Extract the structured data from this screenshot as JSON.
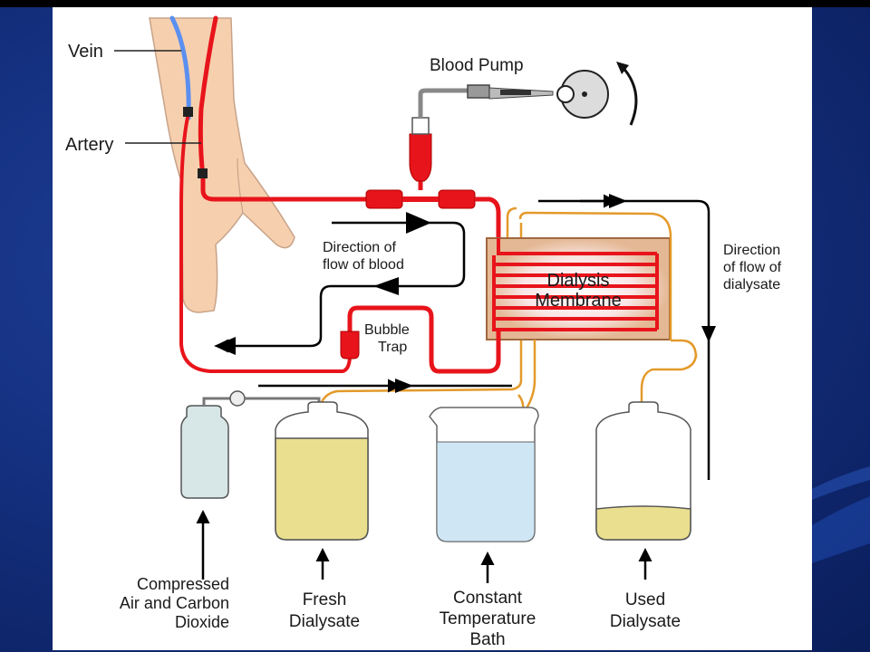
{
  "diagram": {
    "labels": {
      "vein": "Vein",
      "artery": "Artery",
      "blood_pump": "Blood Pump",
      "direction_blood": [
        "Direction of",
        "flow of blood"
      ],
      "bubble_trap": [
        "Bubble",
        "Trap"
      ],
      "dialysis_membrane": [
        "Dialysis",
        "Membrane"
      ],
      "direction_dialysate": [
        "Direction",
        "of flow of",
        "dialysate"
      ],
      "compressed_air": [
        "Compressed",
        "Air and Carbon",
        "Dioxide"
      ],
      "fresh_dialysate": [
        "Fresh",
        "Dialysate"
      ],
      "constant_temp": [
        "Constant",
        "Temperature",
        "Bath"
      ],
      "used_dialysate": [
        "Used",
        "Dialysate"
      ]
    },
    "colors": {
      "blood": "#e8141b",
      "vein": "#5b8ff0",
      "dialysate_tube": "#e39a2a",
      "skin": "#f6d0ae",
      "fluid": "#e9df8f",
      "water": "#cfe6f5",
      "membrane_box": "#e4b894",
      "arrow": "#000000",
      "slide_bg": "#14307f"
    }
  }
}
